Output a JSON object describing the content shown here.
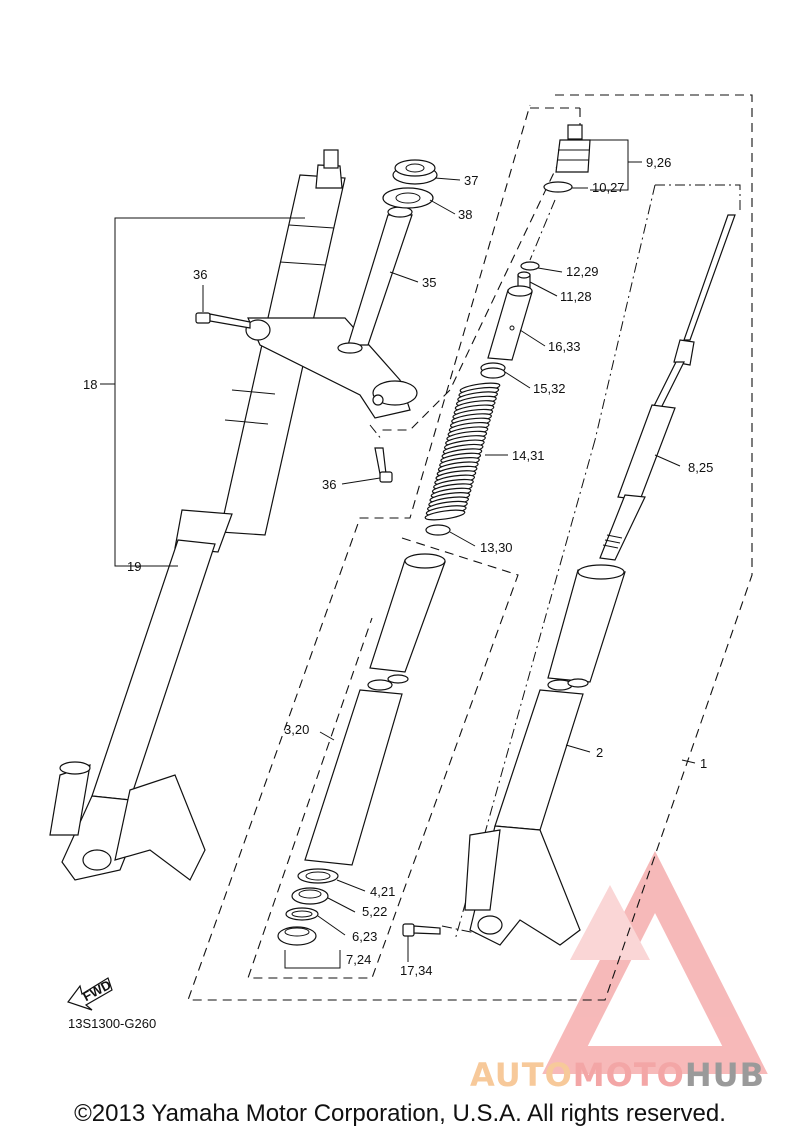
{
  "labels": {
    "l1": "1",
    "l2": "2",
    "l3_20": "3,20",
    "l4_21": "4,21",
    "l5_22": "5,22",
    "l6_23": "6,23",
    "l7_24": "7,24",
    "l8_25": "8,25",
    "l9_26": "9,26",
    "l10_27": "10,27",
    "l11_28": "11,28",
    "l12_29": "12,29",
    "l13_30": "13,30",
    "l14_31": "14,31",
    "l15_32": "15,32",
    "l16_33": "16,33",
    "l17_34": "17,34",
    "l18": "18",
    "l19": "19",
    "l35": "35",
    "l36a": "36",
    "l36b": "36",
    "l37": "37",
    "l38": "38"
  },
  "fwd_label": "FWD",
  "diagram_code": "13S1300-G260",
  "copyright": "©2013 Yamaha Motor Corporation, U.S.A. All rights reserved.",
  "watermark": {
    "part1": "AUTO",
    "part2": "MOTO",
    "part3": "HUB",
    "colors": {
      "auto": "#f7c99a",
      "moto": "#f3a6a6",
      "hub": "#9a9a9a",
      "logo": "#f2a0a0"
    }
  }
}
